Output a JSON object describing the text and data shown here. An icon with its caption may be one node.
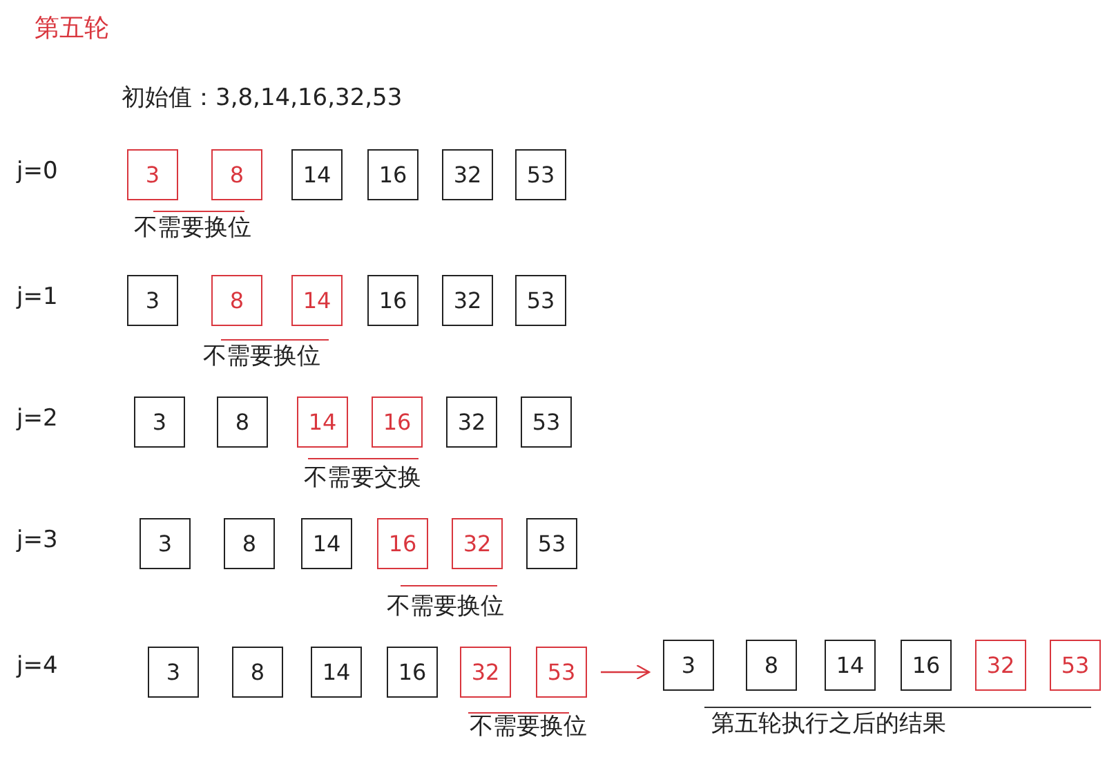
{
  "diagram": {
    "title": "第五轮",
    "nodes": [
      {
        "text": [
          "3"
        ]
      },
      {
        "text": [
          "8"
        ]
      },
      {
        "text": [
          "14"
        ]
      },
      {
        "text": [
          "16"
        ]
      },
      {
        "text": [
          "32"
        ]
      },
      {
        "text": [
          "53"
        ]
      },
      {
        "text": [
          "3"
        ]
      },
      {
        "text": [
          "8"
        ]
      },
      {
        "text": [
          "14"
        ]
      },
      {
        "text": [
          "16"
        ]
      },
      {
        "text": [
          "32"
        ]
      },
      {
        "text": [
          "53"
        ]
      },
      {
        "text": [
          "3"
        ]
      },
      {
        "text": [
          "8"
        ]
      },
      {
        "text": [
          "14"
        ]
      },
      {
        "text": [
          "16"
        ]
      },
      {
        "text": [
          "32"
        ]
      },
      {
        "text": [
          "53"
        ]
      },
      {
        "text": [
          "3"
        ]
      },
      {
        "text": [
          "8"
        ]
      },
      {
        "text": [
          "14"
        ]
      },
      {
        "text": [
          "16"
        ]
      },
      {
        "text": [
          "32"
        ]
      },
      {
        "text": [
          "53"
        ]
      },
      {
        "text": [
          "3"
        ]
      },
      {
        "text": [
          "8"
        ]
      },
      {
        "text": [
          "14"
        ]
      },
      {
        "text": [
          "16"
        ]
      },
      {
        "text": [
          "32"
        ]
      },
      {
        "text": [
          "53"
        ]
      },
      {
        "text": [
          "3"
        ]
      },
      {
        "text": [
          "8"
        ]
      },
      {
        "text": [
          "14"
        ]
      },
      {
        "text": [
          "16"
        ]
      },
      {
        "text": [
          "32"
        ]
      },
      {
        "text": [
          "53"
        ]
      }
    ],
    "edges": [
      {
        "from": 29,
        "to": 30,
        "arrow": "to",
        "color": "#d9363e"
      }
    ],
    "labels": [
      "初始值：3,8,14,16,32,53",
      "j=0",
      "j=1",
      "j=2",
      "j=3",
      "j=4",
      "不需要换位",
      "不需要换位",
      "不需要交换",
      "不需要换位",
      "不需要换位",
      "第五轮执行之后的结果"
    ]
  }
}
